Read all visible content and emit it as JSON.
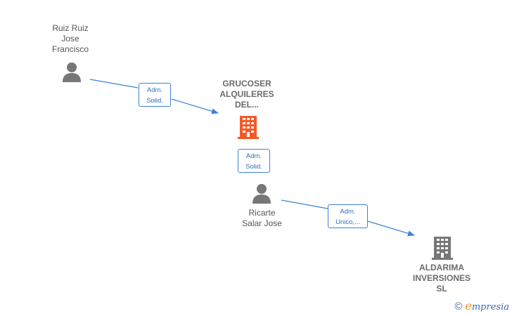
{
  "nodes": {
    "person1": {
      "label": "Ruiz Ruiz\nJose\nFrancisco",
      "icon": "person-icon"
    },
    "company1": {
      "label": "GRUCOSER\nALQUILERES\nDEL...",
      "icon": "building-icon",
      "color": "#f05a28"
    },
    "person2": {
      "label": "Ricarte\nSalar Jose",
      "icon": "person-icon"
    },
    "company2": {
      "label": "ALDARIMA\nINVERSIONES\nSL",
      "icon": "building-icon",
      "color": "#777777"
    }
  },
  "edges": {
    "e1": {
      "label": "Adm.\nSolid."
    },
    "e2": {
      "label": "Adm.\nSolid."
    },
    "e3": {
      "label": "Adm.\nUnico,..."
    }
  },
  "colors": {
    "edge": "#3c82d6",
    "icon_gray": "#777777",
    "company_accent": "#f05a28"
  },
  "brand": {
    "copyright": "©",
    "logo_initial": "e",
    "logo_rest": "mpresia"
  }
}
